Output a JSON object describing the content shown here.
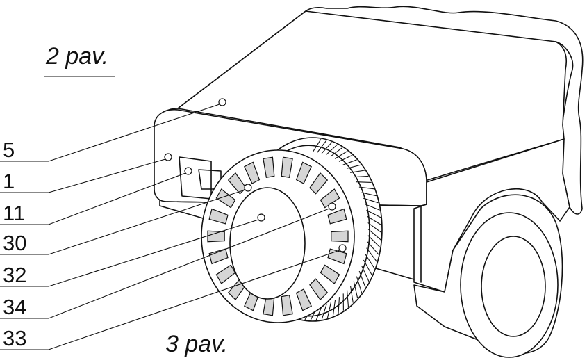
{
  "figure_titles": {
    "top": "2 pav.",
    "bottom": "3 pav."
  },
  "reference_labels": [
    {
      "id": "ref-5",
      "text": "5"
    },
    {
      "id": "ref-1",
      "text": "1"
    },
    {
      "id": "ref-11",
      "text": "11"
    },
    {
      "id": "ref-30",
      "text": "30"
    },
    {
      "id": "ref-32",
      "text": "32"
    },
    {
      "id": "ref-34",
      "text": "34"
    },
    {
      "id": "ref-33",
      "text": "33"
    }
  ],
  "colors": {
    "line": "#111111",
    "tooth_fill": "#d6d6d6",
    "background": "#ffffff"
  }
}
